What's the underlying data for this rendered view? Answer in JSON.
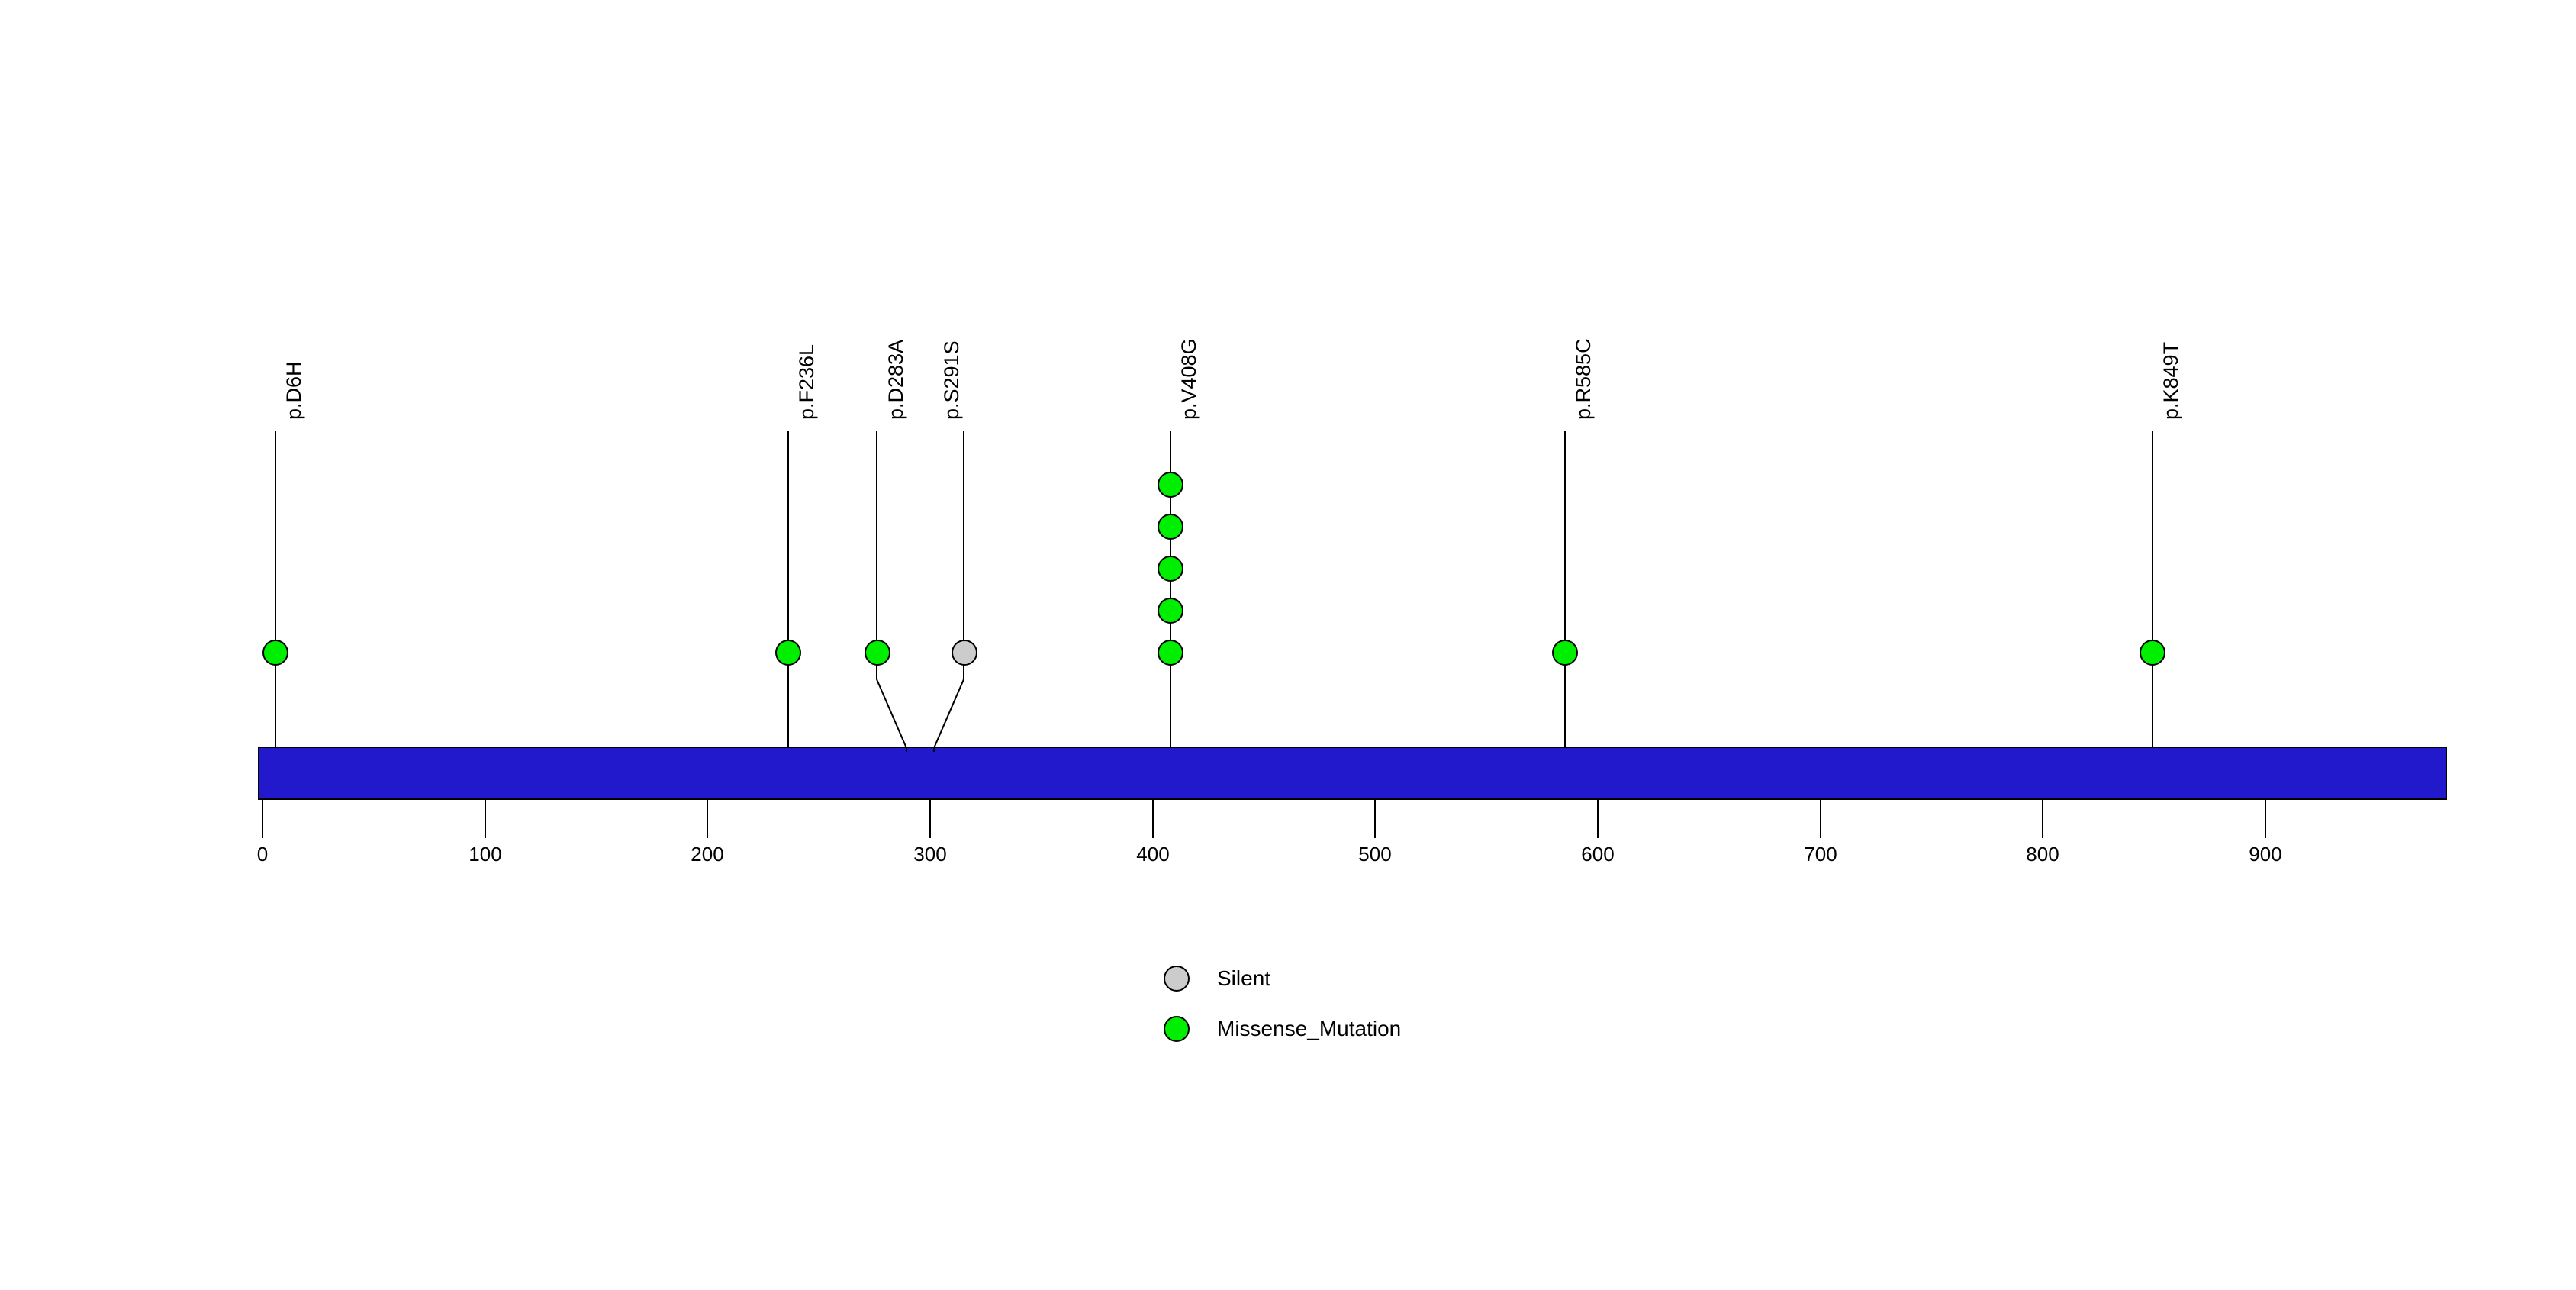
{
  "chart_data": {
    "type": "scatter",
    "plot_kind": "lollipop-protein-mutation-diagram",
    "title": "",
    "xlabel": "",
    "ylabel": "",
    "xlim": [
      0,
      985
    ],
    "grid": false,
    "protein": {
      "length": 985,
      "bar_color": "#2218CC",
      "bar_border_color": "#000000"
    },
    "axis": {
      "ticks": [
        0,
        100,
        200,
        300,
        400,
        500,
        600,
        700,
        800,
        900
      ],
      "tick_labels": [
        "0",
        "100",
        "200",
        "300",
        "400",
        "500",
        "600",
        "700",
        "800",
        "900"
      ]
    },
    "mutations": [
      {
        "label": "p.D6H",
        "position": 6,
        "count": 1,
        "type": "Missense_Mutation",
        "color": "#00EE00"
      },
      {
        "label": "p.F236L",
        "position": 236,
        "count": 1,
        "type": "Missense_Mutation",
        "color": "#00EE00"
      },
      {
        "label": "p.D283A",
        "position": 283,
        "count": 1,
        "type": "Missense_Mutation",
        "color": "#00EE00"
      },
      {
        "label": "p.S291S",
        "position": 291,
        "count": 1,
        "type": "Silent",
        "color": "#CCCCCC"
      },
      {
        "label": "p.V408G",
        "position": 408,
        "count": 5,
        "type": "Missense_Mutation",
        "color": "#00EE00"
      },
      {
        "label": "p.R585C",
        "position": 585,
        "count": 1,
        "type": "Missense_Mutation",
        "color": "#00EE00"
      },
      {
        "label": "p.K849T",
        "position": 849,
        "count": 1,
        "type": "Missense_Mutation",
        "color": "#00EE00"
      }
    ],
    "legend": {
      "position": "bottom-center",
      "entries": [
        {
          "label": "Silent",
          "color": "#CCCCCC"
        },
        {
          "label": "Missense_Mutation",
          "color": "#00EE00"
        }
      ]
    }
  },
  "labels": {
    "m0": "p.D6H",
    "m1": "p.F236L",
    "m2": "p.D283A",
    "m3": "p.S291S",
    "m4": "p.V408G",
    "m5": "p.R585C",
    "m6": "p.K849T"
  },
  "axis_labels": {
    "t0": "0",
    "t1": "100",
    "t2": "200",
    "t3": "300",
    "t4": "400",
    "t5": "500",
    "t6": "600",
    "t7": "700",
    "t8": "800",
    "t9": "900"
  },
  "legend_labels": {
    "silent": "Silent",
    "missense": "Missense_Mutation"
  }
}
